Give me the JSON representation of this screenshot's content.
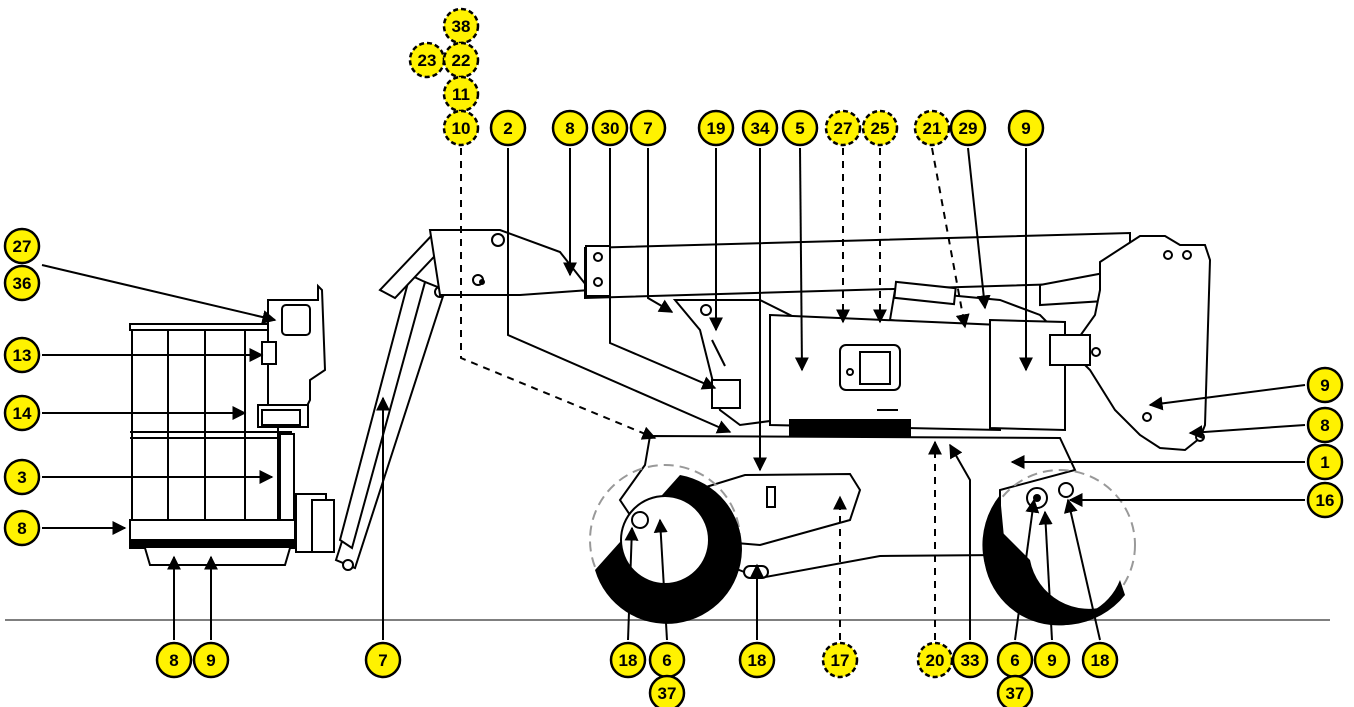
{
  "diagram": {
    "colors": {
      "callout_fill": "#FFF200",
      "callout_stroke": "#000000",
      "ground_line": "#7f7f7f",
      "tire": "#000000",
      "outline": "#000000"
    },
    "callouts": [
      {
        "id": "c38",
        "label": "38",
        "dashed": true
      },
      {
        "id": "c23",
        "label": "23",
        "dashed": true
      },
      {
        "id": "c22",
        "label": "22",
        "dashed": true
      },
      {
        "id": "c11",
        "label": "11",
        "dashed": true
      },
      {
        "id": "c10",
        "label": "10",
        "dashed": true
      },
      {
        "id": "c2",
        "label": "2",
        "dashed": false
      },
      {
        "id": "c8top",
        "label": "8",
        "dashed": false
      },
      {
        "id": "c30",
        "label": "30",
        "dashed": false
      },
      {
        "id": "c7top",
        "label": "7",
        "dashed": false
      },
      {
        "id": "c19",
        "label": "19",
        "dashed": false
      },
      {
        "id": "c34",
        "label": "34",
        "dashed": false
      },
      {
        "id": "c5",
        "label": "5",
        "dashed": false
      },
      {
        "id": "c27top",
        "label": "27",
        "dashed": true
      },
      {
        "id": "c25",
        "label": "25",
        "dashed": true
      },
      {
        "id": "c21",
        "label": "21",
        "dashed": true
      },
      {
        "id": "c29",
        "label": "29",
        "dashed": false
      },
      {
        "id": "c9top",
        "label": "9",
        "dashed": false
      },
      {
        "id": "c27left",
        "label": "27",
        "dashed": false
      },
      {
        "id": "c36",
        "label": "36",
        "dashed": false
      },
      {
        "id": "c13",
        "label": "13",
        "dashed": false
      },
      {
        "id": "c14",
        "label": "14",
        "dashed": false
      },
      {
        "id": "c3",
        "label": "3",
        "dashed": false
      },
      {
        "id": "c8left",
        "label": "8",
        "dashed": false
      },
      {
        "id": "c9right",
        "label": "9",
        "dashed": false
      },
      {
        "id": "c8right",
        "label": "8",
        "dashed": false
      },
      {
        "id": "c1",
        "label": "1",
        "dashed": false
      },
      {
        "id": "c16",
        "label": "16",
        "dashed": false
      },
      {
        "id": "c8bot",
        "label": "8",
        "dashed": false
      },
      {
        "id": "c9bot",
        "label": "9",
        "dashed": false
      },
      {
        "id": "c7bot",
        "label": "7",
        "dashed": false
      },
      {
        "id": "c18a",
        "label": "18",
        "dashed": false
      },
      {
        "id": "c6a",
        "label": "6",
        "dashed": false
      },
      {
        "id": "c37a",
        "label": "37",
        "dashed": false
      },
      {
        "id": "c18b",
        "label": "18",
        "dashed": false
      },
      {
        "id": "c17",
        "label": "17",
        "dashed": true
      },
      {
        "id": "c20",
        "label": "20",
        "dashed": true
      },
      {
        "id": "c33",
        "label": "33",
        "dashed": false
      },
      {
        "id": "c6b",
        "label": "6",
        "dashed": false
      },
      {
        "id": "c37b",
        "label": "37",
        "dashed": false
      },
      {
        "id": "c9b2",
        "label": "9",
        "dashed": false
      },
      {
        "id": "c18c",
        "label": "18",
        "dashed": false
      }
    ]
  }
}
